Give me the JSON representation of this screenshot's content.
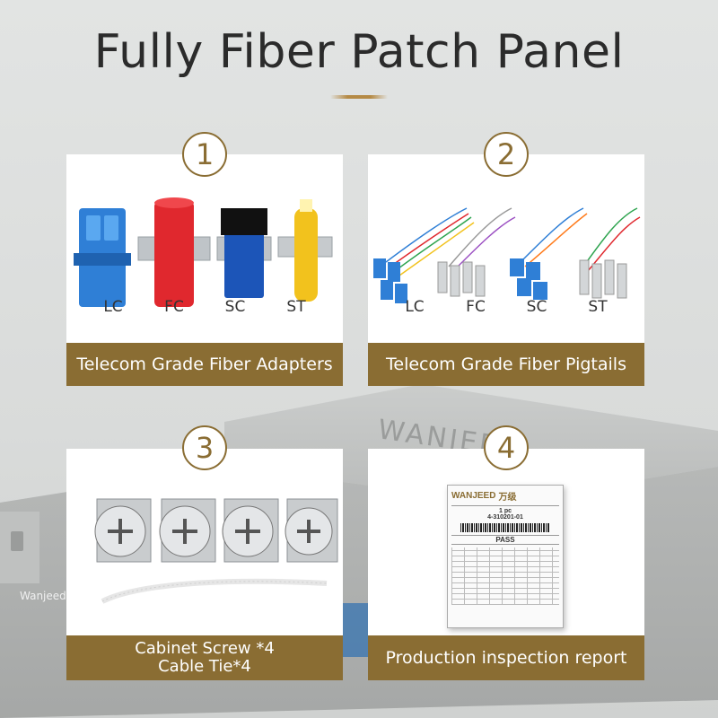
{
  "title": "Fully Fiber Patch Panel",
  "colors": {
    "accent": "#8a6d33",
    "background": "#dcdedd",
    "card": "#ffffff"
  },
  "background_brand": "WANJEED",
  "background_small_logo": "Wanjeed",
  "cards": [
    {
      "number": "1",
      "caption": "Telecom Grade Fiber Adapters",
      "labels": [
        "LC",
        "FC",
        "SC",
        "ST"
      ]
    },
    {
      "number": "2",
      "caption": "Telecom Grade Fiber Pigtails",
      "labels": [
        "LC",
        "FC",
        "SC",
        "ST"
      ]
    },
    {
      "number": "3",
      "caption_line1": "Cabinet Screw *4",
      "caption_line2": "Cable Tie*4"
    },
    {
      "number": "4",
      "caption": "Production inspection report",
      "report": {
        "brand": "WANJEED",
        "brand_cn": "万级",
        "qty": "1 pc",
        "code": "4-310201-01",
        "result": "PASS"
      }
    }
  ]
}
